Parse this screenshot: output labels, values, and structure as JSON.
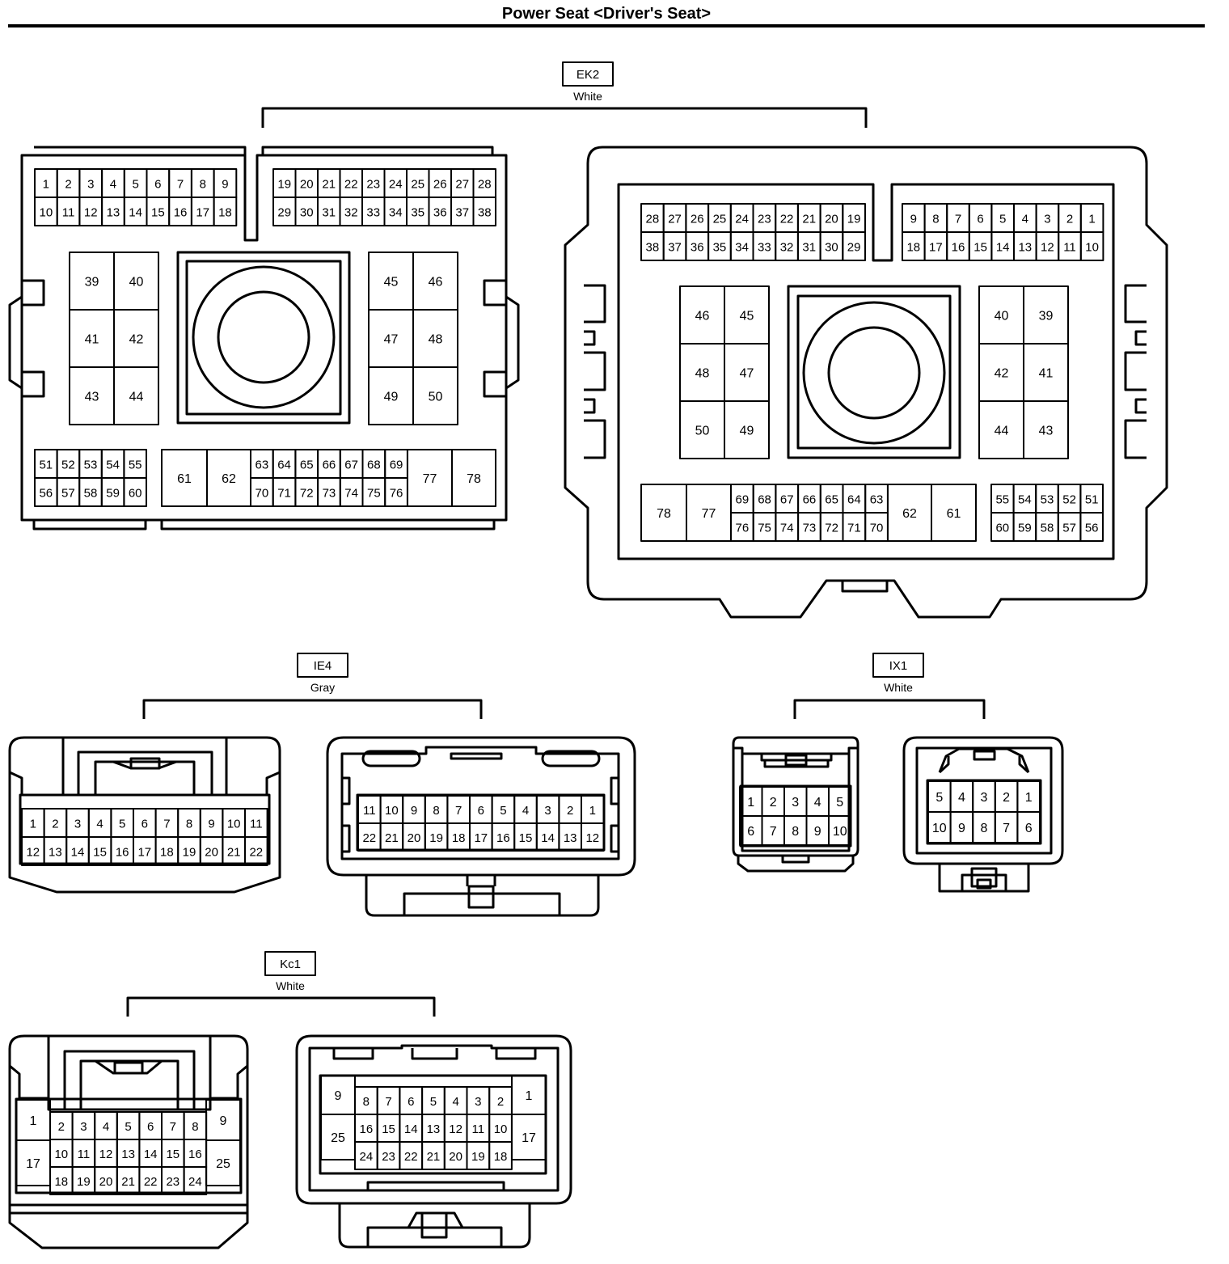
{
  "title": "Power Seat <Driver's Seat>",
  "connectors": {
    "ek2": {
      "code": "EK2",
      "color": "White"
    },
    "ie4": {
      "code": "IE4",
      "color": "Gray"
    },
    "ix1": {
      "code": "IX1",
      "color": "White"
    },
    "kc1": {
      "code": "Kc1",
      "color": "White"
    }
  },
  "colors": {
    "line": "#000000",
    "background": "#ffffff"
  }
}
